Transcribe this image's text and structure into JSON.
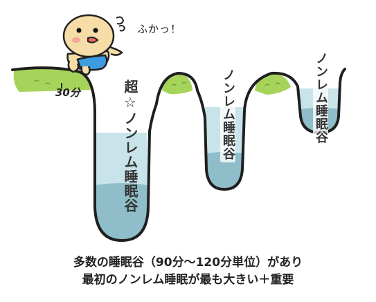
{
  "sound_effect": "ふかっ！",
  "time_label": "30分",
  "valleys": [
    {
      "label": "超☆ノンレム睡眠谷"
    },
    {
      "label": "ノンレム睡眠谷"
    },
    {
      "label": "ノンレム睡眠谷"
    }
  ],
  "caption": {
    "line1": "多数の睡眠谷（90分～120分単位）があり",
    "line2": "最初のノンレム睡眠が最も大きい＋重要"
  },
  "colors": {
    "grass": "#a4d45a",
    "water_light": "#c6e3ea",
    "water_dark": "#8fbcc8",
    "skin": "#f6dca6",
    "diaper": "#3d9be0",
    "outline": "#222222"
  }
}
